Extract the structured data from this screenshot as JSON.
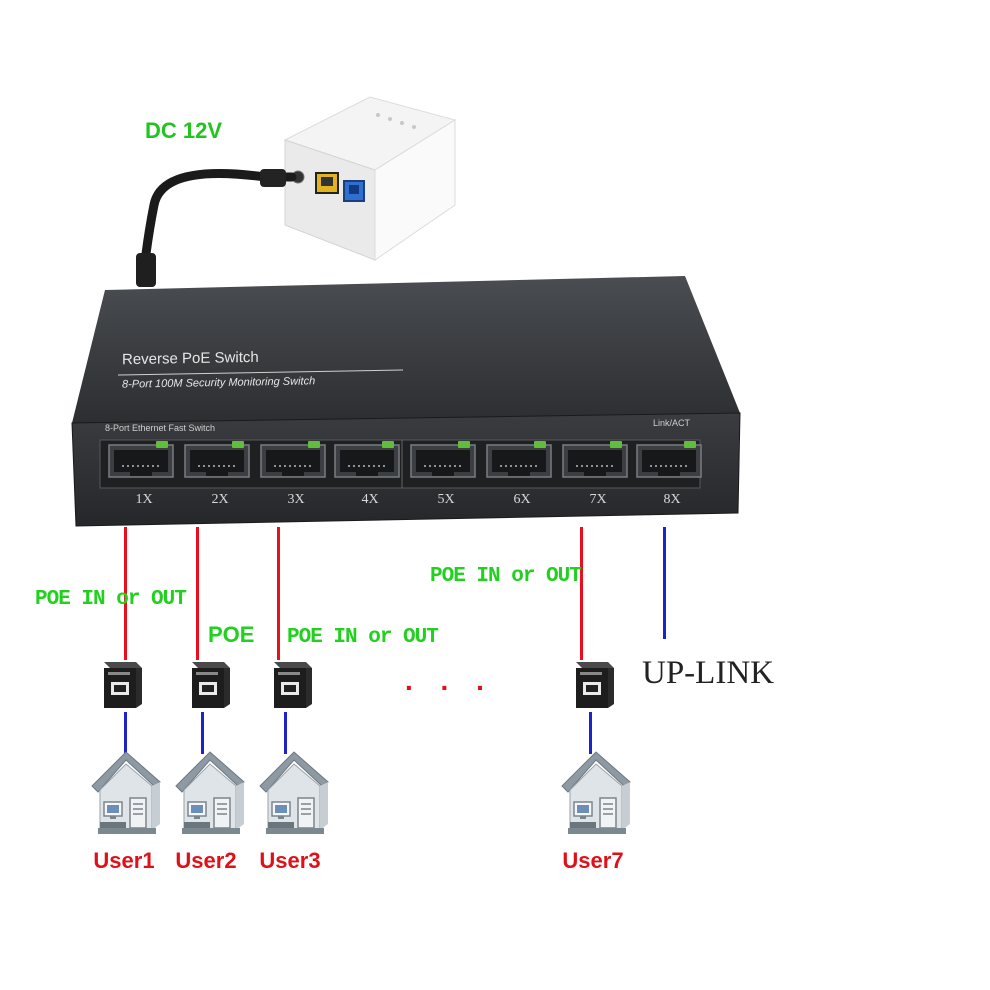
{
  "power": {
    "label": "DC 12V"
  },
  "switch": {
    "title": "Reverse PoE Switch",
    "subtitle": "8-Port 100M  Security Monitoring Switch",
    "panel_label": "8-Port Ethernet Fast Switch",
    "led_label": "Link/ACT",
    "ports": [
      "1X",
      "2X",
      "3X",
      "4X",
      "5X",
      "6X",
      "7X",
      "8X"
    ]
  },
  "labels": {
    "poe_in_out_1": "POE IN or OUT",
    "poe": "POE",
    "poe_in_out_2": "POE IN or OUT",
    "poe_in_out_3": "POE IN or OUT",
    "uplink": "UP-LINK",
    "ellipsis": ". . ."
  },
  "users": [
    "User1",
    "User2",
    "User3",
    "User7"
  ],
  "colors": {
    "poe_wire": "#e8101c",
    "data_wire": "#1c24c8",
    "label_green": "#22d01f",
    "user_red": "#e01018",
    "switch_body": "#2e3033"
  }
}
